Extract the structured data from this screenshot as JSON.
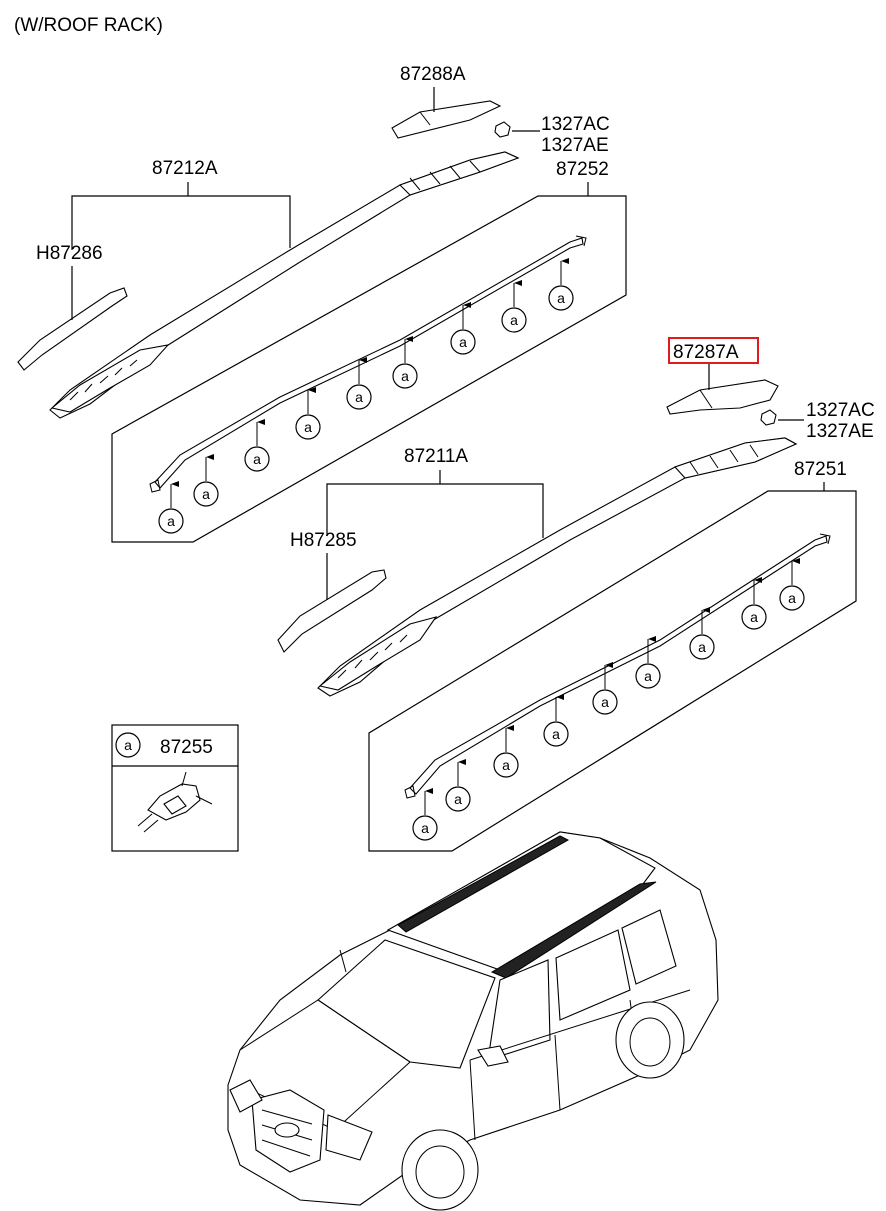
{
  "header": {
    "title": "(W/ROOF RACK)"
  },
  "parts": {
    "cover_rear_upper": "87288A",
    "clip_upper_1": "1327AC",
    "clip_upper_2": "1327AE",
    "rack_upper": "87212A",
    "molding_upper": "87252",
    "cover_front_upper": "H87286",
    "cover_rear_lower": "87287A",
    "clip_lower_1": "1327AC",
    "clip_lower_2": "1327AE",
    "rack_lower": "87211A",
    "molding_lower": "87251",
    "cover_front_lower": "H87285"
  },
  "legend": {
    "symbol": "a",
    "part": "87255"
  },
  "clip_symbol": "a",
  "colors": {
    "highlight": "#e01b1b",
    "line": "#000000"
  }
}
